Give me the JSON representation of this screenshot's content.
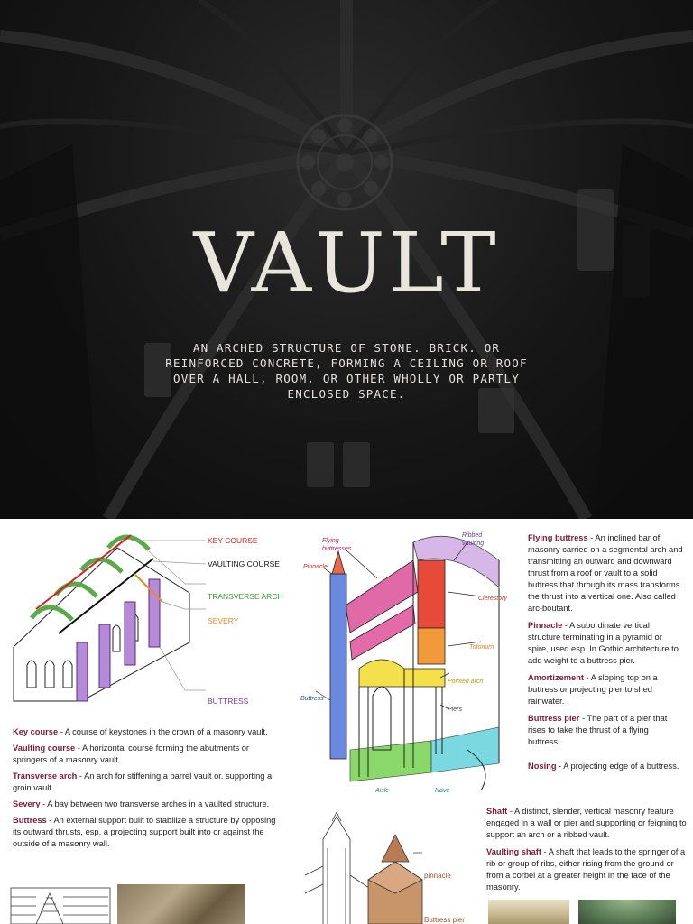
{
  "hero": {
    "title": "VAULT",
    "subtitle": "An arched structure of stone. brick. or reinforced concrete, forming a ceiling or roof over a hall, room, or other wholly or partly enclosed space."
  },
  "diagram1": {
    "labels": {
      "key_course": "KEY COURSE",
      "vaulting_course": "VAULTING COURSE",
      "transverse_arch": "TRANSVERSE ARCH",
      "severy": "SEVERY",
      "buttress": "BUTTRESS"
    },
    "colors": {
      "key_course": "#d42020",
      "vaulting_course": "#111111",
      "transverse_arch": "#3a9a3a",
      "severy": "#e88a2a",
      "buttress": "#7a3a9a"
    }
  },
  "left_defs": [
    {
      "term": "Key course",
      "text": " - A course of keystones in the crown of a masonry vault."
    },
    {
      "term": "Vaulting course",
      "text": " - A horizontal course forming the abutments or springers of a masonry vault."
    },
    {
      "term": "Transverse arch",
      "text": " - An arch for stiffening a barrel vault or. supporting a groin vault."
    },
    {
      "term": "Severy",
      "text": " - A bay between two transverse arches in a vaulted structure."
    },
    {
      "term": "Buttress",
      "text": " - An external support built to stabilize a structure by opposing its outward thrusts, esp. a projecting support built into or against the outside of a masonry wall."
    }
  ],
  "diagram2": {
    "labels": {
      "flying_buttresses": "Flying buttresses",
      "ribbed_vaulting": "Ribbed vaulting",
      "pinnacle": "Pinnacle",
      "clerestory": "Clerestory",
      "triforium": "Triforium",
      "pointed_arch": "Pointed arch",
      "buttress": "Buttress",
      "piers": "Piers",
      "aisle": "Aisle",
      "nave": "Nave"
    }
  },
  "right_defs": [
    {
      "term": "Flying buttress",
      "text": " - An inclined bar of masonry carried on a segmental arch and transmitting an outward and downward thrust from a roof or vault to a solid buttress that through its mass transforms the thrust into a vertical one. Also called arc-boutant."
    },
    {
      "term": "Pinnacle",
      "text": " - A subordinate vertical structure terminating in a pyramid or spire, used esp. In Gothic architecture to add weight to a buttress pier."
    },
    {
      "term": "Amortizement",
      "text": " - A sloping top on a buttress or projecting pier to shed rainwater."
    },
    {
      "term": "Buttress pier",
      "text": " - The part of a pier that rises to take the thrust of a flying buttress."
    },
    {
      "term": "Nosing",
      "text": " - A projecting edge of a buttress."
    }
  ],
  "bottom_defs": [
    {
      "term": "Shaft",
      "text": " - A distinct, slender, vertical masonry feature engaged in a wall or pier and supporting or feigning to support an arch or a ribbed vault."
    },
    {
      "term": "Vaulting shaft",
      "text": " - A shaft that leads to the springer of a rib or group of ribs, either rising from the ground or from a corbel at a greater height in the face of the masonry."
    }
  ],
  "diagram3": {
    "labels": {
      "pinnacle": "pinnacle",
      "buttress_pier": "Buttress pier"
    }
  }
}
